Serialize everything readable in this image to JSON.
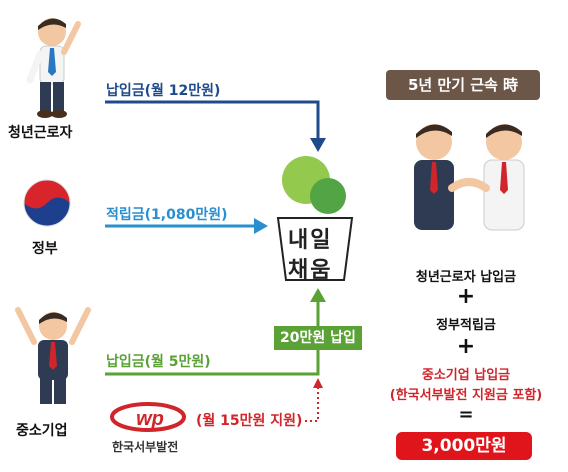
{
  "actors": {
    "youth": "청년근로자",
    "gov": "정부",
    "sme": "중소기업",
    "company": "한국서부발전",
    "company_logo_text": "wp"
  },
  "flows": {
    "youth_contribution": "납입금(월 12만원)",
    "gov_contribution": "적립금(1,080만원)",
    "sme_contribution": "납입금(월 5만원)",
    "company_support": "(월 15만원 지원)",
    "combined": "20만원 납입"
  },
  "fund": {
    "line1": "내일",
    "line2": "채움"
  },
  "result": {
    "header": "5년 만기 근속 時",
    "item1": "청년근로자 납입금",
    "plus": "+",
    "item2": "정부적립금",
    "item3_line1": "중소기업 납입금",
    "item3_line2": "(한국서부발전 지원금 포함)",
    "equals": "=",
    "total": "3,000만원"
  },
  "colors": {
    "youth_arrow": "#1f4a8c",
    "gov_arrow": "#2a8fcf",
    "sme_arrow": "#5aa235",
    "support_arrow": "#d0252a"
  }
}
